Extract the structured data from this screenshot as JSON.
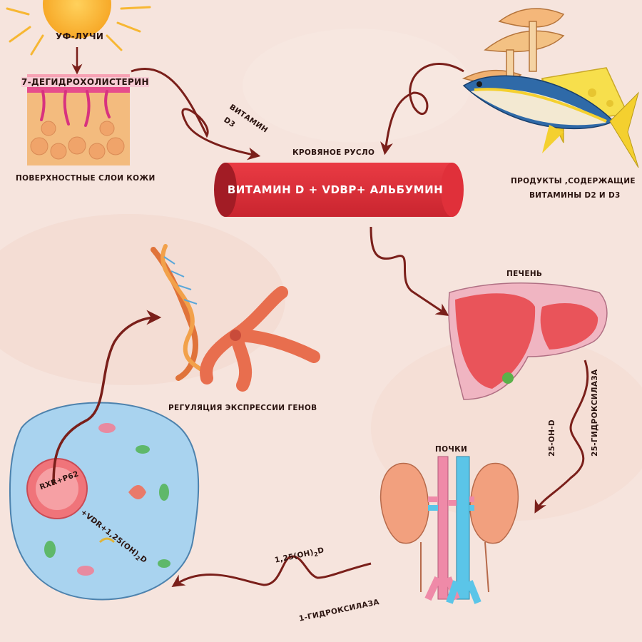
{
  "labels": {
    "uv": "УФ-ЛУЧИ",
    "dehydro": "7-ДЕГИДРОХОЛИСТЕРИН",
    "skin": "ПОВЕРХНОСТНЫЕ СЛОИ КОЖИ",
    "vitamin_d3_line1": "ВИТАМИН",
    "vitamin_d3_line2": "D3",
    "bloodstream": "КРОВЯНОЕ РУСЛО",
    "vessel_text": "ВИТАМИН D + VDBP+ АЛЬБУМИН",
    "foods_line1": "ПРОДУКТЫ ,СОДЕРЖАЩИЕ",
    "foods_line2": "ВИТАМИНЫ D2 И D3",
    "liver": "ПЕЧЕНЬ",
    "hydroxylase25": "25-ГИДРОКСИЛАЗА",
    "oh_d_25": "25-OH-D",
    "kidneys": "ПОЧКИ",
    "calcitriol": "1,25(OH)",
    "calcitriol_sub": "2",
    "calcitriol_tail": "D",
    "hydroxylase1": "1-ГИДРОКСИЛАЗА",
    "gene_regulation": "РЕГУЛЯЦИЯ ЭКСПРЕССИИ ГЕНОВ",
    "rxr": "RXR+P62",
    "vdr": "+VDR+1,25(OH)",
    "vdr_sub": "2",
    "vdr_tail": "D"
  },
  "colors": {
    "background": "#f6e4dd",
    "arrow": "#7a1f1a",
    "vessel": "#e0303a",
    "vessel_dark": "#b51e28",
    "sun": "#f7b733",
    "liver": "#e9545a",
    "kidney": "#f2a07e",
    "artery": "#ef8aa8",
    "vein": "#5bc5e8",
    "cell": "#a9d3ef",
    "nucleus": "#f0747a"
  }
}
